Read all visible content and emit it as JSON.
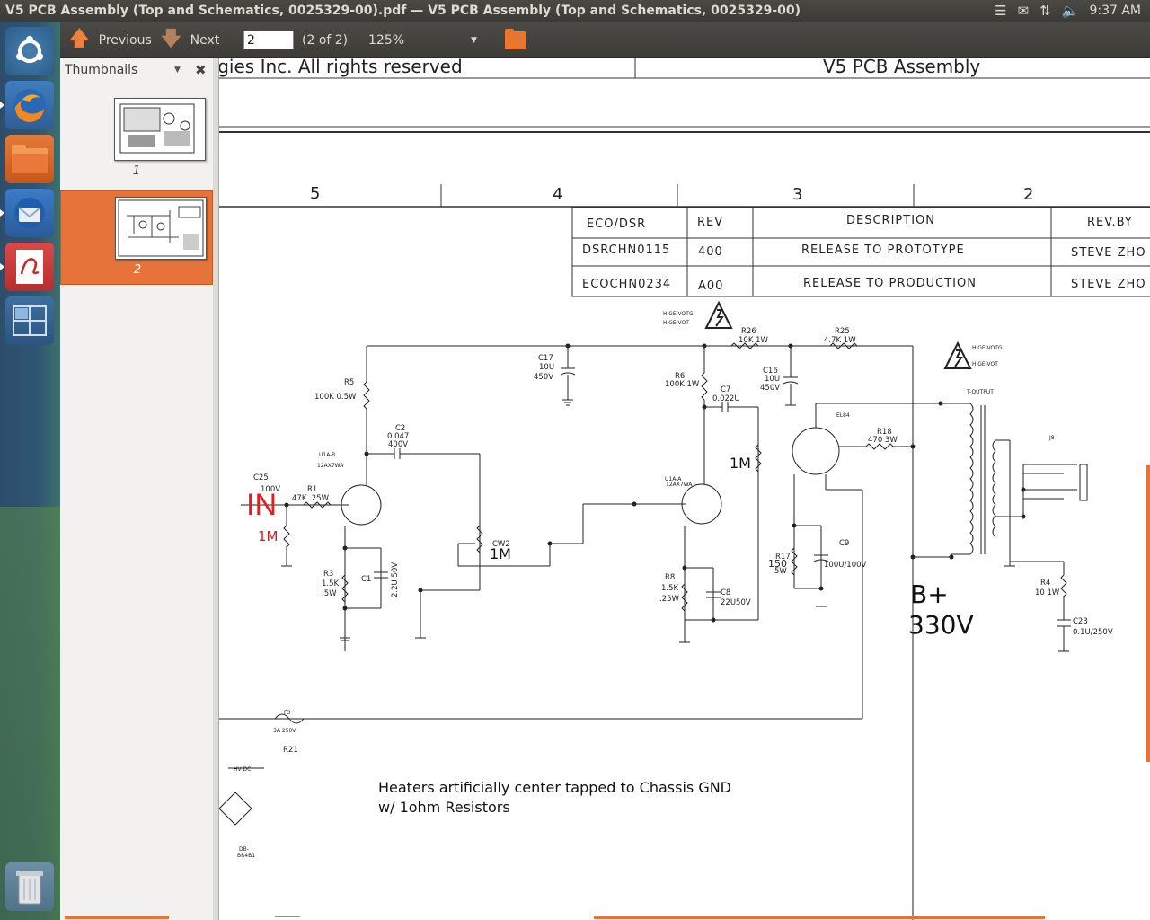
{
  "window": {
    "title": "V5 PCB Assembly (Top and Schematics, 0025329-00).pdf — V5 PCB Assembly (Top and Schematics, 0025329-00)",
    "clock": "9:37 AM"
  },
  "tray": {
    "icons": [
      "menu-icon",
      "mail-icon",
      "network-icon",
      "volume-icon"
    ]
  },
  "launcher": {
    "items": [
      "ubuntu-dash-icon",
      "firefox-icon",
      "files-icon",
      "thunderbird-icon",
      "document-viewer-icon",
      "workspace-switcher-icon",
      "trash-icon"
    ]
  },
  "toolbar": {
    "previous_label": "Previous",
    "next_label": "Next",
    "page_value": "2",
    "page_count": "(2 of 2)",
    "zoom": "125%"
  },
  "sidebar": {
    "header": "Thumbnails",
    "thumbnails": [
      {
        "number": "1"
      },
      {
        "number": "2"
      }
    ]
  },
  "document": {
    "header_left": "ogies Inc. All rights reserved",
    "header_right": "V5 PCB Assembly",
    "zones": [
      "5",
      "4",
      "3",
      "2"
    ],
    "rev_table": {
      "headers": [
        "ECO/DSR",
        "REV",
        "DESCRIPTION",
        "REV.BY"
      ],
      "rows": [
        [
          "DSRCHN0115",
          "400",
          "RELEASE TO PROTOTYPE",
          "STEVE ZHO"
        ],
        [
          "ECOCHN0234",
          "A00",
          "RELEASE TO PRODUCTION",
          "STEVE ZHO"
        ]
      ]
    },
    "annotations": {
      "in": "IN",
      "in_1m": "1M",
      "cw2_1m": "1M",
      "pot_1m": "1M",
      "bplus": "B+",
      "bplus_v": "330V",
      "heaters_line1": "Heaters artificially center tapped  to Chassis GND",
      "heaters_line2": "w/ 1ohm Resistors"
    },
    "parts": {
      "c25": "C25",
      "c25v": "100V",
      "r1": "R1",
      "r1v": "47K .25W",
      "r5": "R5",
      "r5v": "100K 0.5W",
      "c2": "C2",
      "c2v1": "0.047",
      "c2v2": "400V",
      "c17": "C17",
      "c17v1": "10U",
      "c17v2": "450V",
      "r3": "R3",
      "r3v1": "1.5K",
      "r3v2": ".5W",
      "c1": "C1",
      "c1v": "2.2U 50V",
      "cw2": "CW2",
      "r6": "R6",
      "r6v": "100K 1W",
      "c7": "C7",
      "c7v": "0.022U",
      "r8": "R8",
      "r8v1": "1.5K",
      "r8v2": ".25W",
      "c8": "C8",
      "c8v": "22U50V",
      "r26": "R26",
      "r26v": "10K 1W",
      "r25": "R25",
      "r25v": "4.7K 1W",
      "c16": "C16",
      "c16v1": "10U",
      "c16v2": "450V",
      "r18": "R18",
      "r18v": "470 3W",
      "el84": "EL84",
      "r17": "R17",
      "r17v": "150",
      "r17w": "5W",
      "c9": "C9",
      "c9v": "100U/100V",
      "r4": "R4",
      "r4v": "10 1W",
      "c23": "C23",
      "c23v": "0.1U/250V",
      "t1": "T-OUTPUT",
      "j8": "J8",
      "f3": "F3",
      "f3v": "3A 250V",
      "r21": "R21",
      "hvdc": "HV DC",
      "hv1": "HIGE-VOTG",
      "hv2": "HIGE-VOT",
      "u1a": "U1A-A",
      "u1b": "U1A-B",
      "tube1": "12AX7WA",
      "dbr": "DB-",
      "dbr2": "BR4B1"
    }
  }
}
